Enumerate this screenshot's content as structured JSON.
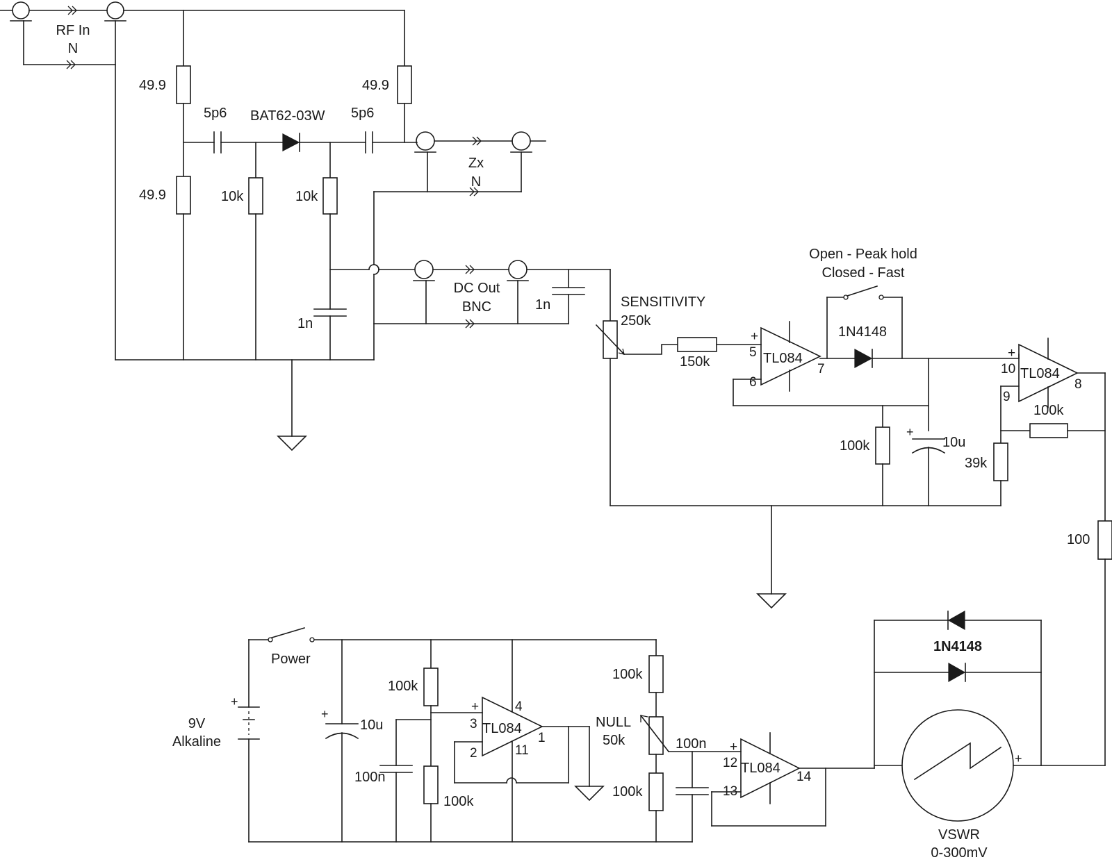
{
  "connectors": {
    "rf_in": {
      "line1": "RF In",
      "line2": "N"
    },
    "zx": {
      "line1": "Zx",
      "line2": "N"
    },
    "dc_out": {
      "line1": "DC Out",
      "line2": "BNC"
    }
  },
  "bridge": {
    "r_top_left": "49.9",
    "r_bottom_left": "49.9",
    "r_top_right": "49.9",
    "c_left": "5p6",
    "c_right": "5p6",
    "diode": "BAT62-03W",
    "r_left": "10k",
    "r_right": "10k",
    "c_filter": "1n",
    "c_dc_out": "1n"
  },
  "detector": {
    "sensitivity": {
      "line1": "SENSITIVITY",
      "line2": "250k"
    },
    "r_input": "150k",
    "u1": {
      "name": "TL084",
      "pin_plus": "5",
      "pin_minus": "6",
      "pin_out": "7"
    },
    "switch_note": {
      "line1": "Open - Peak hold",
      "line2": "Closed - Fast"
    },
    "diode": "1N4148",
    "r_hold": "100k",
    "c_hold": "10u",
    "u2": {
      "name": "TL084",
      "pin_plus": "10",
      "pin_minus": "9",
      "pin_out": "8"
    },
    "r_feedback": "100k",
    "r_ground": "39k",
    "r_series": "100"
  },
  "power": {
    "switch": "Power",
    "battery": {
      "line1": "9V",
      "line2": "Alkaline"
    },
    "c_supply": "10u",
    "r_div_top": "100k",
    "r_div_bottom": "100k",
    "c_div": "100n",
    "u3": {
      "name": "TL084",
      "pin_plus": "3",
      "pin_minus": "2",
      "pin_out": "1",
      "pin_vcc": "4",
      "pin_gnd": "11"
    },
    "r_null_top": "100k",
    "null_pot": {
      "line1": "NULL",
      "line2": "50k"
    },
    "r_null_bottom": "100k",
    "c_null_a": "100n",
    "u4": {
      "name": "TL084",
      "pin_plus": "12",
      "pin_minus": "13",
      "pin_out": "14"
    }
  },
  "meter": {
    "diodes": "1N4148",
    "label": {
      "line1": "VSWR",
      "line2": "0-300mV"
    }
  },
  "signs": {
    "plus": "+"
  }
}
